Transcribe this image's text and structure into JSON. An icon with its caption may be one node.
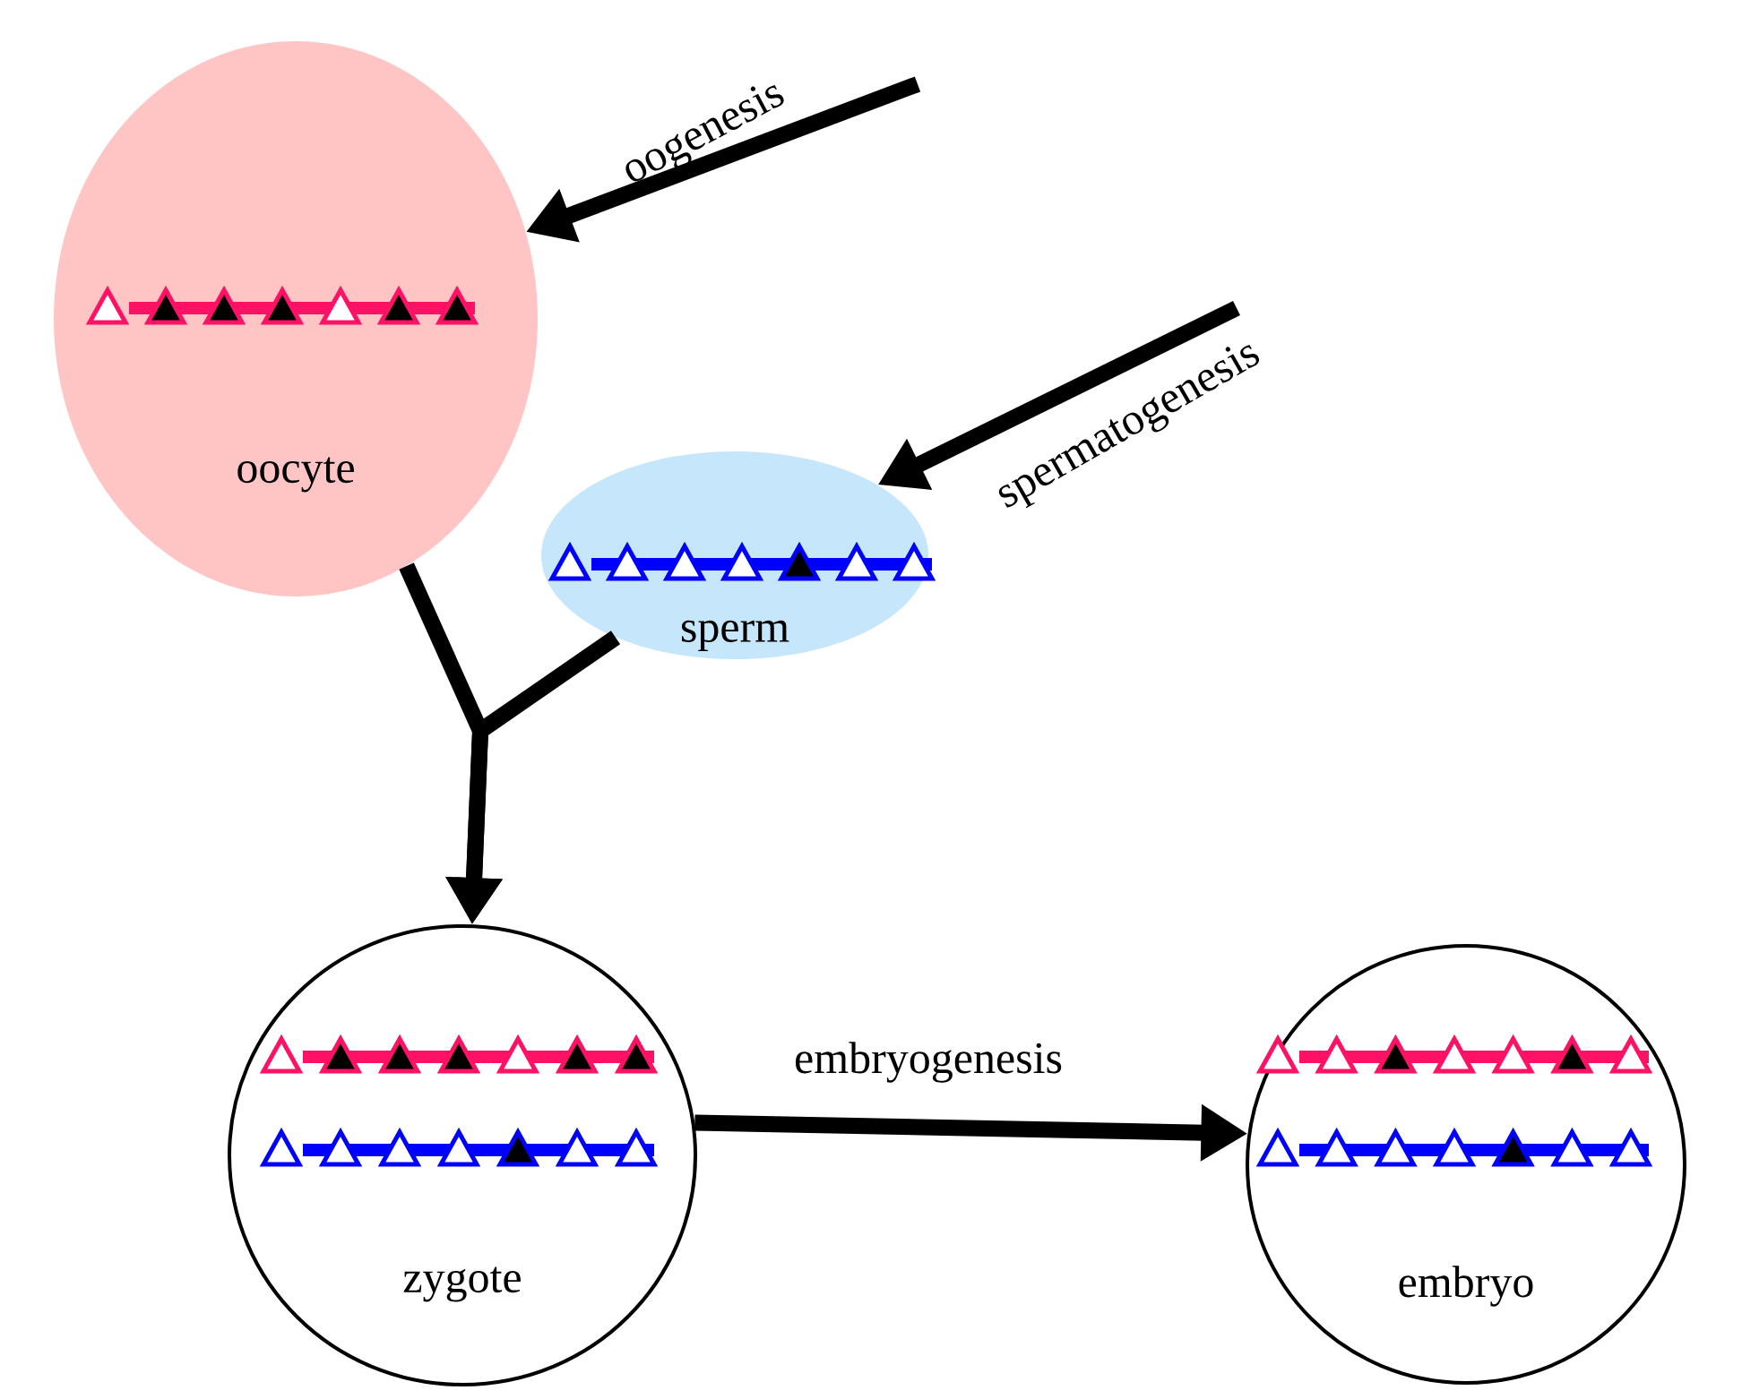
{
  "diagram": {
    "nodes": [
      {
        "text": [
          "oocyte"
        ]
      },
      {
        "text": [
          "sperm"
        ]
      },
      {
        "text": [
          "zygote"
        ]
      },
      {
        "text": [
          "embryo"
        ]
      }
    ],
    "edges": [
      {
        "from": null,
        "to": 0,
        "arrow": "to",
        "label": "oogenesis"
      },
      {
        "from": null,
        "to": 1,
        "arrow": "to",
        "label": "spermatogenesis"
      },
      {
        "from": 0,
        "to": 2,
        "arrow": "to"
      },
      {
        "from": 1,
        "to": 2,
        "arrow": "to"
      },
      {
        "from": 2,
        "to": 3,
        "arrow": "to",
        "label": "embryogenesis"
      }
    ]
  }
}
